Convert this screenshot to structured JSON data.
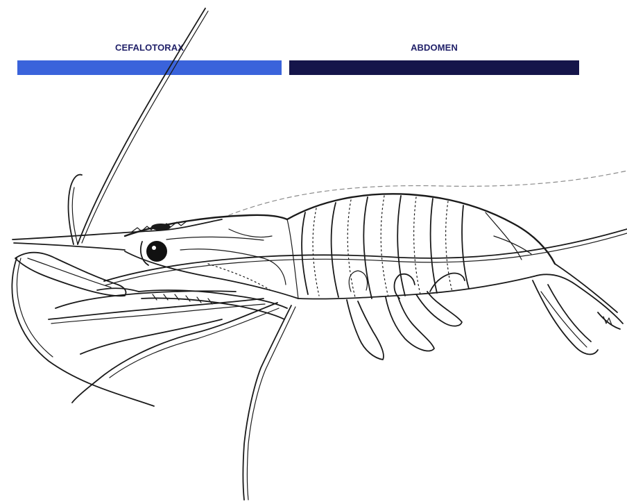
{
  "sections": {
    "cephalothorax": {
      "label": "CEFALOTORAX",
      "color": "#3a63db"
    },
    "abdomen": {
      "label": "ABDOMEN",
      "color": "#15154a"
    }
  },
  "label_text_color": "#22226a",
  "illustration": {
    "icon": "shrimp-line-drawing",
    "line_color": "#1a1a1a"
  }
}
